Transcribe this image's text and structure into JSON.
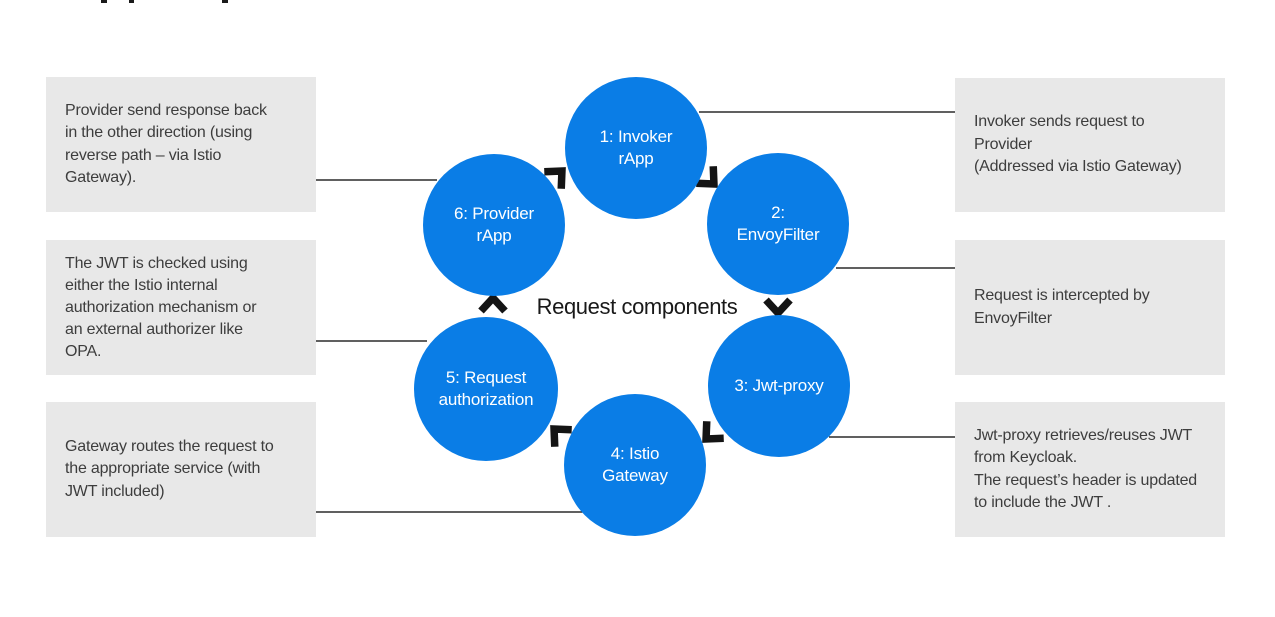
{
  "diagram": {
    "title": "Request components",
    "cycle_steps": [
      {
        "id": "1",
        "label": "1: Invoker\nrApp"
      },
      {
        "id": "2",
        "label": "2:\nEnvoyFilter"
      },
      {
        "id": "3",
        "label": "3: Jwt-proxy"
      },
      {
        "id": "4",
        "label": "4: Istio\nGateway"
      },
      {
        "id": "5",
        "label": "5: Request\nauthorization"
      },
      {
        "id": "6",
        "label": "6: Provider\nrApp"
      }
    ],
    "annotations": {
      "left": [
        {
          "text": "Provider send response back in the other direction (using reverse path – via Istio Gateway)."
        },
        {
          "text": "The JWT is checked using either the Istio internal authorization mechanism or an external authorizer like OPA."
        },
        {
          "text": "Gateway routes the request to the appropriate service (with JWT included)"
        }
      ],
      "right": [
        {
          "text": "Invoker sends request to Provider\n(Addressed via Istio Gateway)"
        },
        {
          "text": "Request is intercepted by EnvoyFilter"
        },
        {
          "text": "Jwt-proxy retrieves/reuses JWT from Keycloak.\nThe request’s header is updated to include the JWT ."
        }
      ]
    },
    "colors": {
      "circle_fill": "#0a7de6",
      "circle_text": "#ffffff",
      "annotation_fill": "#e8e8e8",
      "annotation_text": "#3d3d3d",
      "title_text": "#191919",
      "arrow": "#141414",
      "connector": "#000000"
    },
    "flow_direction": "clockwise"
  }
}
